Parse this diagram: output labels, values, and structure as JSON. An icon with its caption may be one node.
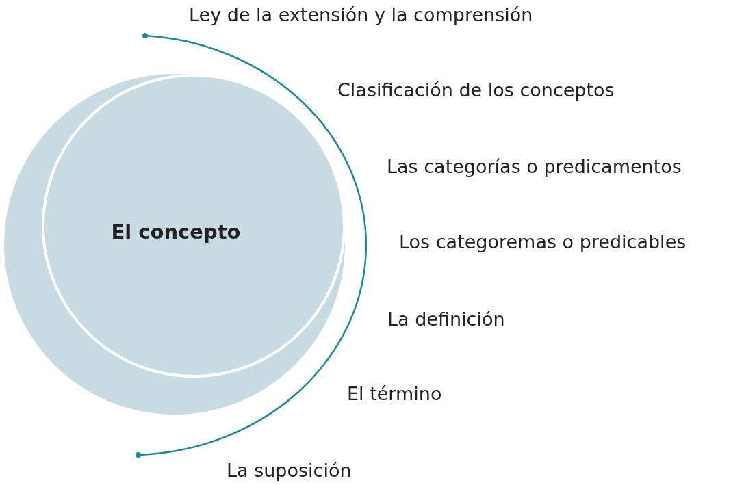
{
  "diagram": {
    "nodes": [
      {
        "text": [
          "El concepto"
        ]
      }
    ],
    "labels": [
      "Ley de la extensión y la comprensión",
      "Clasificación de los conceptos",
      "Las categorías o predicamentos",
      "Los categoremas o predicables",
      "La definición",
      "El término",
      "La suposición"
    ]
  }
}
